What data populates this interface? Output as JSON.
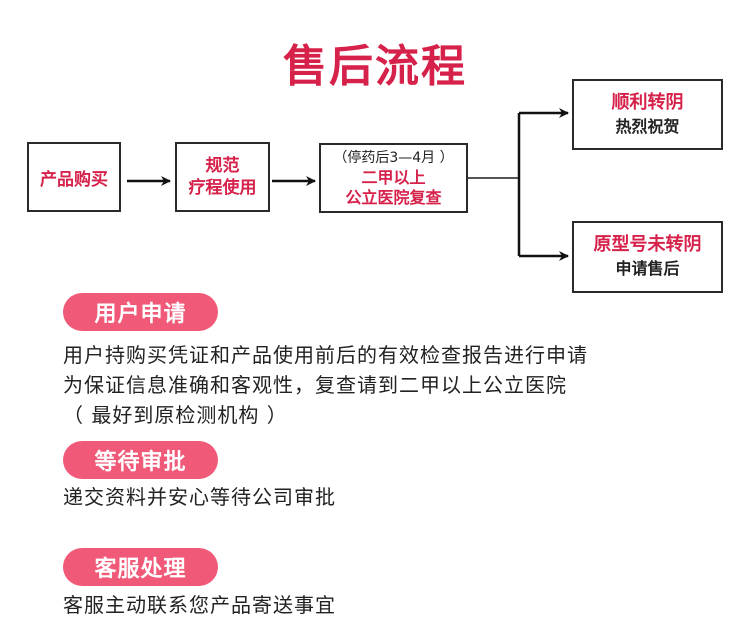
{
  "title": "售后流程",
  "colors": {
    "accent": "#d6224b",
    "pill": "#f05a78",
    "line": "#2a2a2a"
  },
  "flow": {
    "purchase": {
      "label": "产品购买"
    },
    "course": {
      "line1": "规范",
      "line2": "疗程使用"
    },
    "recheck": {
      "note": "（停药后3—4月 ）",
      "line1": "二甲以上",
      "line2": "公立医院复查"
    },
    "success": {
      "headline": "顺利转阴",
      "sub": "热烈祝贺"
    },
    "fail": {
      "headline": "原型号未转阴",
      "sub": "申请售后"
    }
  },
  "steps": [
    {
      "label": "用户申请",
      "lines": [
        "用户持购买凭证和产品使用前后的有效检查报告进行申请",
        "为保证信息准确和客观性，复查请到二甲以上公立医院",
        "（ 最好到原检测机构 ）"
      ]
    },
    {
      "label": "等待审批",
      "lines": [
        "递交资料并安心等待公司审批"
      ]
    },
    {
      "label": "客服处理",
      "lines": [
        "客服主动联系您产品寄送事宜"
      ]
    }
  ]
}
